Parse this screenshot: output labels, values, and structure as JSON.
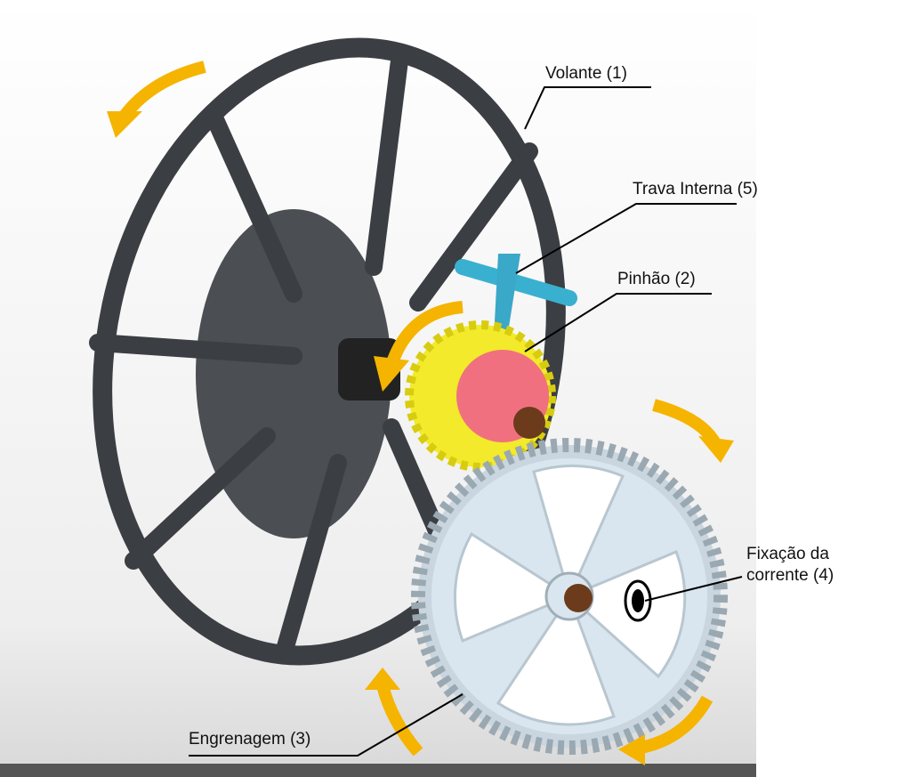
{
  "labels": {
    "volante": "Volante (1)",
    "trava": "Trava Interna (5)",
    "pinhao": "Pinhão (2)",
    "fixacao_line1": "Fixação da",
    "fixacao_line2": "corrente (4)",
    "engrenagem": "Engrenagem (3)"
  },
  "colors": {
    "wheel": "#3b3e43",
    "hub": "#4b4e53",
    "gear": "#d9e6ef",
    "pinion_outer": "#f2ea2a",
    "pinion_inner": "#f07080",
    "lever": "#3ab0d0",
    "arrow": "#f5b400"
  }
}
